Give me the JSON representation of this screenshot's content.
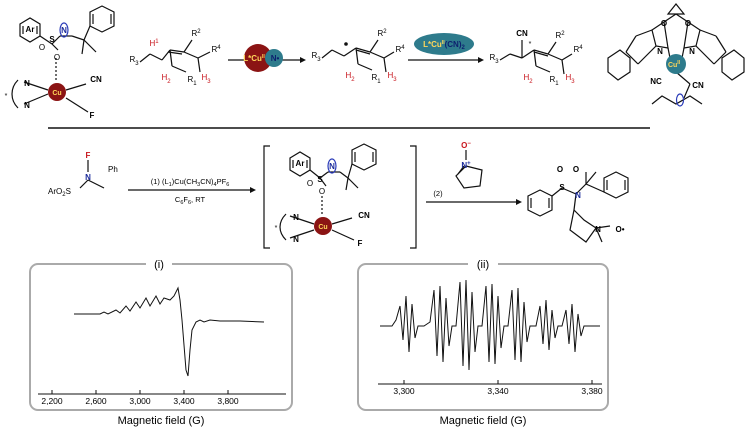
{
  "scheme_top": {
    "complex_left": {
      "ar": "Ar",
      "s": "S",
      "o1": "O",
      "o2": "O",
      "n": "N",
      "n_a": "N",
      "n_b": "N",
      "cu": "Cu",
      "cn": "CN",
      "f": "F",
      "star": "*"
    },
    "substrate": {
      "r1": "R",
      "r2": "R",
      "r3": "R",
      "r4": "R",
      "sub1": "1",
      "sub2": "2",
      "sub3": "3",
      "sub4": "4",
      "h1": "H",
      "h2": "H",
      "h3": "H",
      "hs1": "1",
      "hs2": "2",
      "hs3": "3"
    },
    "catalyst_ball": {
      "text": "L*Cu",
      "ox": "II",
      "n_radical": "N•"
    },
    "reagent_pill": {
      "text": "L*Cu",
      "ox": "II",
      "suffix": "(CN)",
      "sub": "2"
    },
    "product": {
      "cn": "CN",
      "star": "*"
    },
    "bisox": {
      "o_left": "O",
      "o_right": "O",
      "n_left": "N",
      "n_right": "N",
      "cu": "Cu",
      "cu_ox": "II",
      "nc": "NC",
      "cn": "CN"
    }
  },
  "scheme_bottom": {
    "reactant": {
      "f": "F",
      "n": "N",
      "ph": "Ph",
      "aro2s": "ArO",
      "sub2": "2",
      "s": "S"
    },
    "step1": {
      "line1": "(1) (L",
      "l_sub": "1",
      "line1b": ")Cu(CH",
      "ch_sub": "3",
      "line1c": "CN)",
      "cn_sub": "4",
      "line1d": "PF",
      "pf_sub": "6",
      "solvent": "C",
      "c_sub": "6",
      "f_part": "F",
      "f_sub": "6",
      "rt": ", RT"
    },
    "step2": {
      "label": "(2)"
    },
    "nitrone": {
      "o_minus": "O",
      "minus": "−",
      "n_plus": "N",
      "plus": "+"
    },
    "adduct": {
      "o1": "O",
      "o2": "O",
      "s": "S",
      "n": "N",
      "n2": "N",
      "o_rad": "O•"
    }
  },
  "panels": [
    {
      "label": "(i)",
      "xlabel": "Magnetic field (G)",
      "ticks": [
        "2,200",
        "2,600",
        "3,000",
        "3,400",
        "3,800"
      ]
    },
    {
      "label": "(ii)",
      "xlabel": "Magnetic field (G)",
      "ticks": [
        "3,300",
        "3,340",
        "3,380"
      ]
    }
  ]
}
